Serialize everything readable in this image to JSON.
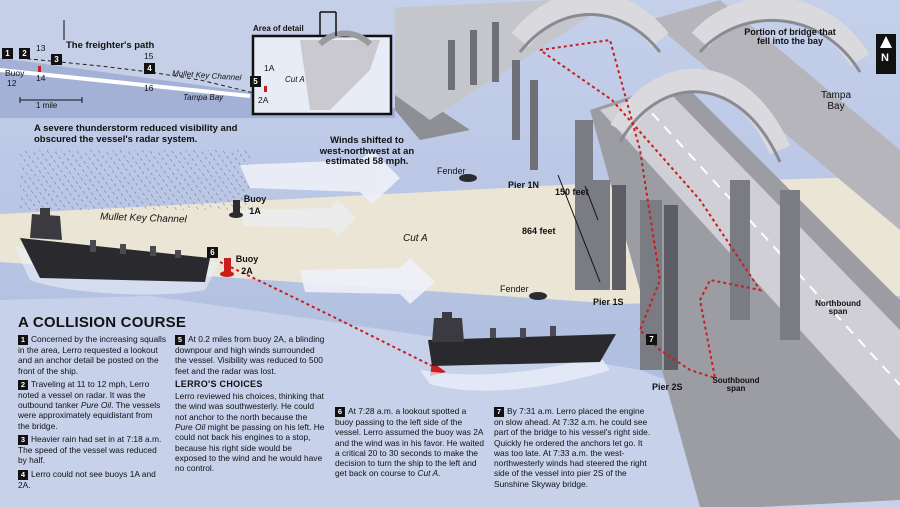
{
  "inset": {
    "freighter_path_label": "The freighter's path",
    "area_of_detail_label": "Area of detail",
    "channel_label": "Mullet Key Channel",
    "bay_label": "Tampa Bay",
    "cut_label": "Cut A",
    "buoy_label": "Buoy",
    "buoy_numbers": [
      "12",
      "13",
      "14",
      "15",
      "16"
    ],
    "buoy_detail_1a": "1A",
    "buoy_detail_2a": "2A",
    "scale_label": "1 mile",
    "step_markers": [
      "1",
      "2",
      "3",
      "4",
      "5"
    ]
  },
  "map": {
    "storm_note": "A severe thunderstorm reduced visibility and obscured the vessel's radar system.",
    "wind_note": "Winds shifted to west-northwest at an estimated 58 mph.",
    "fender_label": "Fender",
    "buoy_1a_label": "Buoy 1A",
    "buoy_2a_label": "Buoy 2A",
    "channel_label": "Mullet Key Channel",
    "cut_label": "Cut A",
    "pier_1n": "Pier 1N",
    "pier_1s": "Pier 1S",
    "pier_2s": "Pier 2S",
    "height_label": "150 feet",
    "span_label": "864 feet",
    "fallen_portion": "Portion of bridge that fell into the bay",
    "bay_label": "Tampa Bay",
    "northbound_span": "Northbound span",
    "southbound_span": "Southbound span",
    "north_arrow": "N",
    "step_6": "6",
    "step_7": "7"
  },
  "story": {
    "headline": "A COLLISION COURSE",
    "subhead": "LERRO'S CHOICES",
    "steps": [
      {
        "num": "1",
        "text": "Concerned by the increasing squalls in the area, Lerro requested a lookout and an anchor detail be posted on the front of the ship."
      },
      {
        "num": "2",
        "pre": "Traveling at 11 to 12 mph, Lerro noted a vessel on radar. It was the outbound tanker ",
        "em": "Pure Oil",
        "post": ". The vessels were approximately equidistant from the bridge."
      },
      {
        "num": "3",
        "text": "Heavier rain had set in at 7:18 a.m. The speed of the vessel was reduced by half."
      },
      {
        "num": "4",
        "text": "Lerro could not see buoys 1A and 2A."
      },
      {
        "num": "5",
        "text": "At 0.2 miles from buoy 2A, a blinding downpour and high winds surrounded the vessel. Visibility was reduced to 500 feet and the radar was lost."
      },
      {
        "num": "6",
        "pre": "At 7:28 a.m. a lookout spotted a buoy passing to the left side of the vessel. Lerro assumed the buoy was 2A and the wind was in his favor. He waited a critical 20 to 30 seconds to make the decision to turn the ship to the left and get back on course to ",
        "em": "Cut A",
        "post": "."
      },
      {
        "num": "7",
        "text": "By 7:31 a.m. Lerro placed the engine on slow ahead. At 7:32 a.m. he could see part of the bridge to his vessel's right side. Quickly he ordered the anchors let go. It was too late. At 7:33 a.m. the west-northwesterly winds had steered the right side of the vessel into pier 2S of the Sunshine Skyway bridge."
      }
    ],
    "choices": {
      "pre": "Lerro reviewed his choices, thinking that the wind was southwesterly. He could not anchor to the north because the ",
      "em": "Pure Oil",
      "post": " might be passing on his left. He could not back his engines to a stop, because his right side would be exposed to the wind and he would have no control."
    }
  },
  "colors": {
    "water": "#b6c3e2",
    "channel": "#ebe5d6",
    "bridge": "#a9a9ae",
    "bridge_light": "#d6d6da",
    "path": "#c81e1e",
    "ship": "#2a2a2e"
  }
}
